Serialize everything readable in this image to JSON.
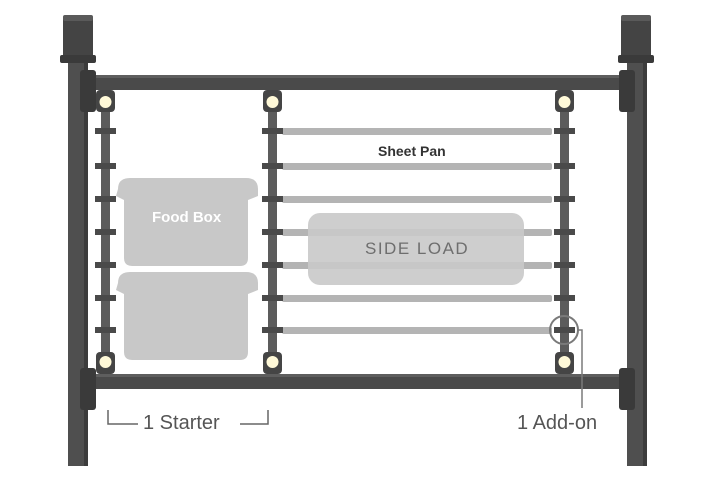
{
  "labels": {
    "food_box": "Food Box",
    "sheet_pan": "Sheet Pan",
    "side_load": "SIDE LOAD",
    "starter": "1 Starter",
    "add_on": "1 Add-on"
  },
  "colors": {
    "frame": "#4a4a4a",
    "frame_dark": "#333333",
    "post": "#5a5a5a",
    "food_box": "#c8c8c8",
    "slide": "#b4b4b4",
    "badge": "#d0d0d0",
    "caption": "#555555",
    "light": "#fff9d8"
  }
}
